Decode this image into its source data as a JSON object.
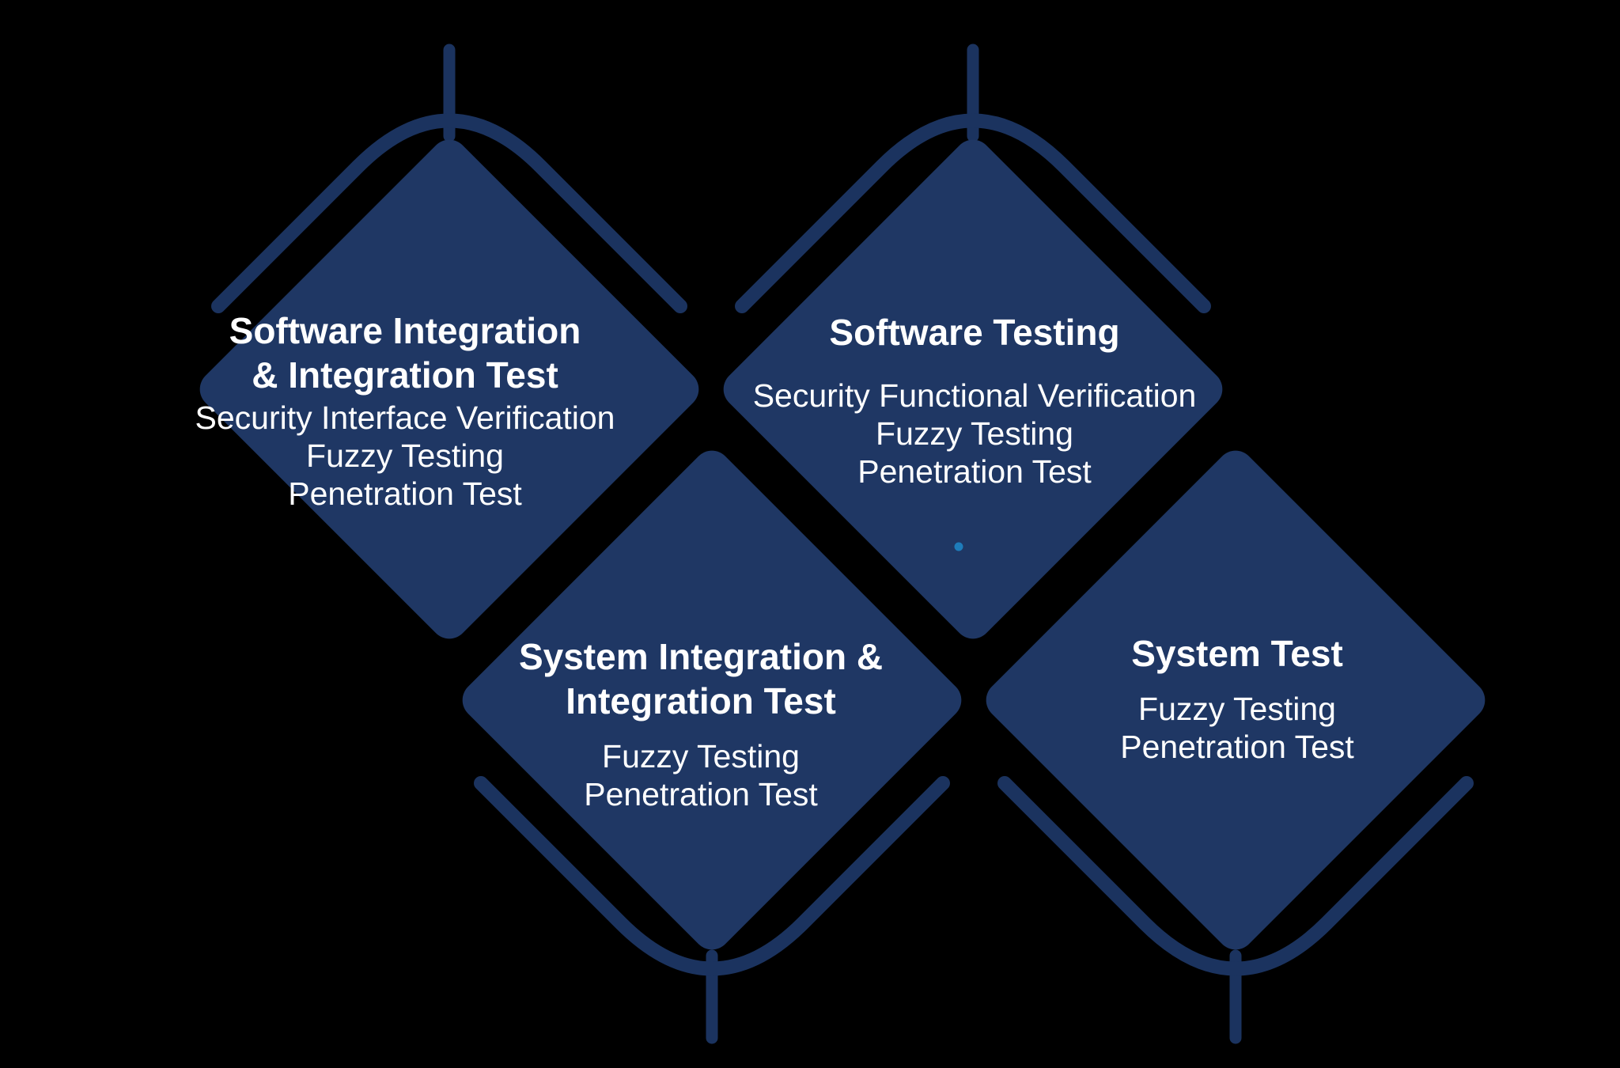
{
  "colors": {
    "background": "#000000",
    "diamond_fill": "#1F3764",
    "connector_line": "#1B335F",
    "accent_dot": "#1E7CBA",
    "text": "#FFFFFF"
  },
  "milestones": [
    {
      "id": "software-integration",
      "title_lines": [
        "Software Integration",
        "& Integration Test"
      ],
      "body_lines": [
        "Security Interface Verification",
        "Fuzzy Testing",
        "Penetration Test"
      ]
    },
    {
      "id": "software-testing",
      "title_lines": [
        "Software Testing"
      ],
      "body_lines": [
        "Security Functional Verification",
        "Fuzzy Testing",
        "Penetration Test"
      ]
    },
    {
      "id": "system-integration",
      "title_lines": [
        "System Integration &",
        "Integration Test"
      ],
      "body_lines": [
        "Fuzzy Testing",
        "Penetration Test"
      ]
    },
    {
      "id": "system-test",
      "title_lines": [
        "System Test"
      ],
      "body_lines": [
        "Fuzzy Testing",
        "Penetration Test"
      ]
    }
  ]
}
